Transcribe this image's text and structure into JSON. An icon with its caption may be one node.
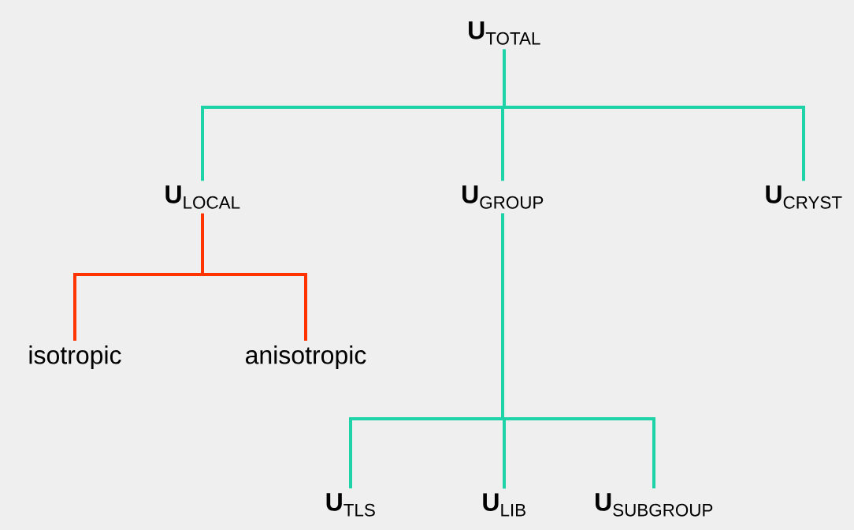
{
  "diagram": {
    "nodes": [
      {
        "text": [
          "**U**$_{TOTAL}$"
        ]
      },
      {
        "text": [
          "**U**$_{LOCAL}$"
        ]
      },
      {
        "text": [
          "**U**$_{GROUP}$"
        ]
      },
      {
        "text": [
          "**U**$_{CRYST}$"
        ]
      },
      {
        "text": [
          "isotropic"
        ]
      },
      {
        "text": [
          "anisotropic"
        ]
      },
      {
        "text": [
          "**U**$_{TLS}$"
        ]
      },
      {
        "text": [
          "**U**$_{LIB}$"
        ]
      },
      {
        "text": [
          "**U**$_{SUBGROUP}$"
        ]
      }
    ],
    "edges": [
      {
        "from": 0,
        "to": 1,
        "arrow": "none"
      },
      {
        "from": 0,
        "to": 2,
        "arrow": "none"
      },
      {
        "from": 0,
        "to": 3,
        "arrow": "none"
      },
      {
        "from": 1,
        "to": 4,
        "arrow": "none",
        "color": "#ff3300"
      },
      {
        "from": 1,
        "to": 5,
        "arrow": "none",
        "color": "#ff3300"
      },
      {
        "from": 2,
        "to": 6,
        "arrow": "none"
      },
      {
        "from": 2,
        "to": 7,
        "arrow": "none"
      },
      {
        "from": 2,
        "to": 8,
        "arrow": "none"
      }
    ]
  }
}
